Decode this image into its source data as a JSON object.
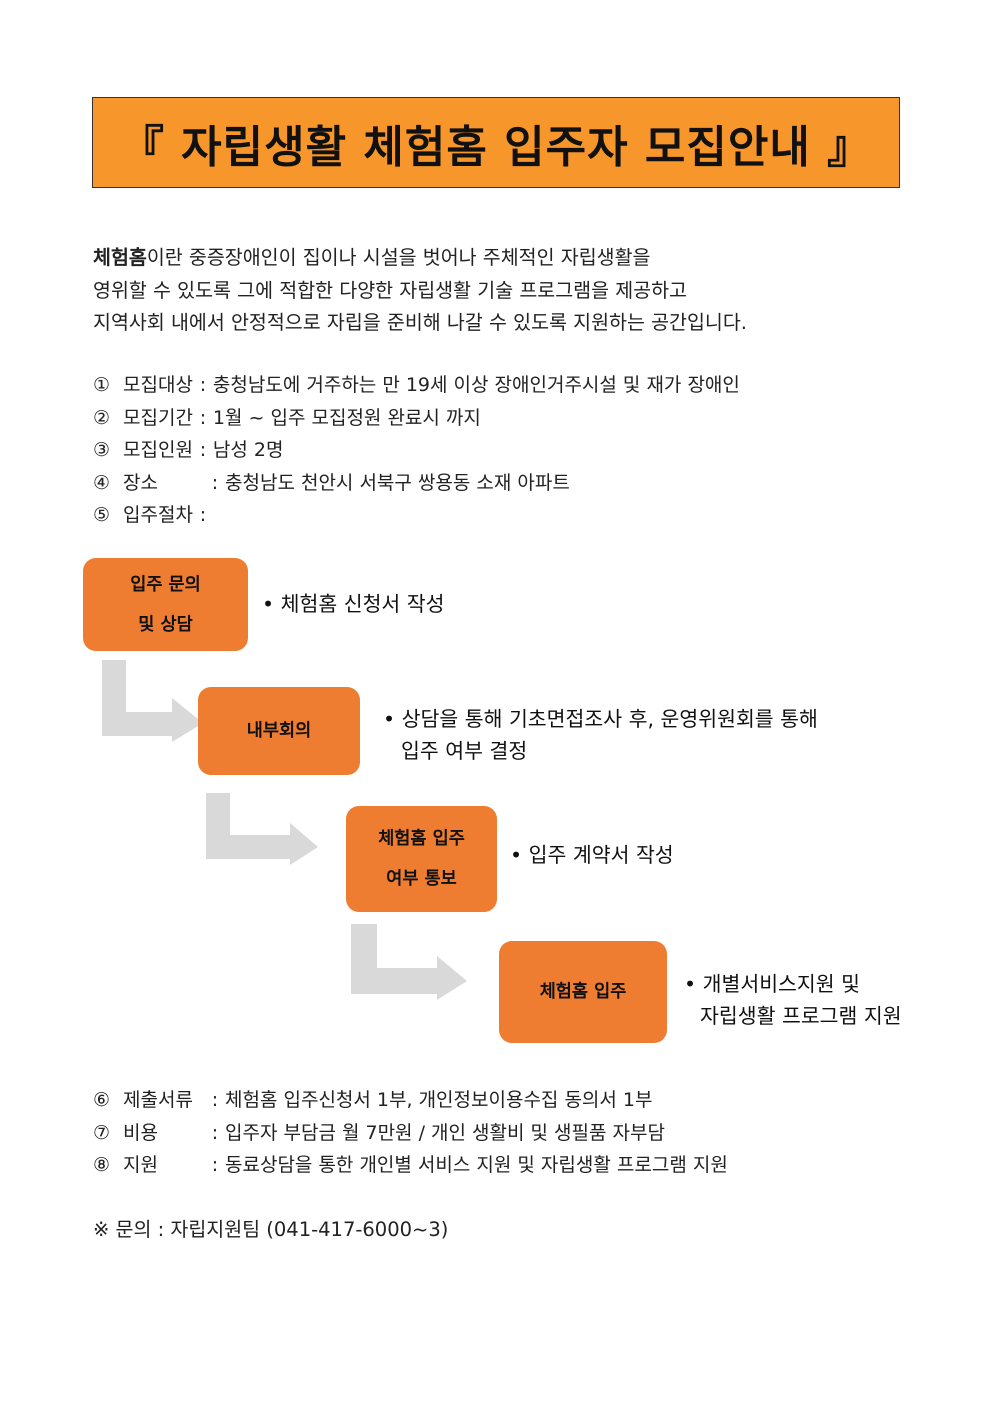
{
  "title": "『 자립생활  체험홈  입주자  모집안내 』",
  "intro": {
    "term": "체험홈",
    "line1_rest": "이란 중증장애인이 집이나 시설을 벗어나 주체적인 자립생활을",
    "line2": "영위할 수 있도록 그에 적합한 다양한 자립생활 기술 프로그램을 제공하고",
    "line3": "지역사회 내에서 안정적으로 자립을 준비해 나갈 수 있도록 지원하는 공간입니다."
  },
  "recruitment_items": [
    {
      "num": "①",
      "label": "모집대상",
      "value": "충청남도에 거주하는 만 19세 이상 장애인거주시설 및 재가 장애인"
    },
    {
      "num": "②",
      "label": "모집기간",
      "value": "1월 ~ 입주 모집정원 완료시 까지"
    },
    {
      "num": "③",
      "label": "모집인원",
      "value": "남성 2명"
    },
    {
      "num": "④",
      "label": "장소",
      "value": "충청남도 천안시 서북구 쌍용동 소재 아파트"
    },
    {
      "num": "⑤",
      "label": "입주절차",
      "value": ""
    }
  ],
  "process_steps": [
    {
      "line1": "입주 문의",
      "line2": "및 상담",
      "desc_line1": "• 체험홈 신청서 작성",
      "desc_line2": ""
    },
    {
      "line1": "내부회의",
      "line2": "",
      "desc_line1": "• 상담을 통해 기초면접조사 후, 운영위원회를 통해",
      "desc_line2": "입주 여부 결정"
    },
    {
      "line1": "체험홈 입주",
      "line2": "여부 통보",
      "desc_line1": "• 입주 계약서 작성",
      "desc_line2": ""
    },
    {
      "line1": "체험홈 입주",
      "line2": "",
      "desc_line1": "• 개별서비스지원 및",
      "desc_line2": "자립생활 프로그램 지원"
    }
  ],
  "other_items": [
    {
      "num": "⑥",
      "label": "제출서류",
      "value": "체험홈 입주신청서 1부, 개인정보이용수집 동의서 1부"
    },
    {
      "num": "⑦",
      "label": "비용",
      "value": "입주자 부담금 월 7만원 / 개인 생활비 및 생필품 자부담"
    },
    {
      "num": "⑧",
      "label": "지원",
      "value": "동료상담을 통한 개인별 서비스 지원 및 자립생활 프로그램 지원"
    }
  ],
  "contact": "※ 문의 : 자립지원팀 (041-417-6000~3)",
  "colors": {
    "title_bg": "#f7962b",
    "step_bg": "#ee7d31",
    "arrow": "#d9d9d9"
  }
}
